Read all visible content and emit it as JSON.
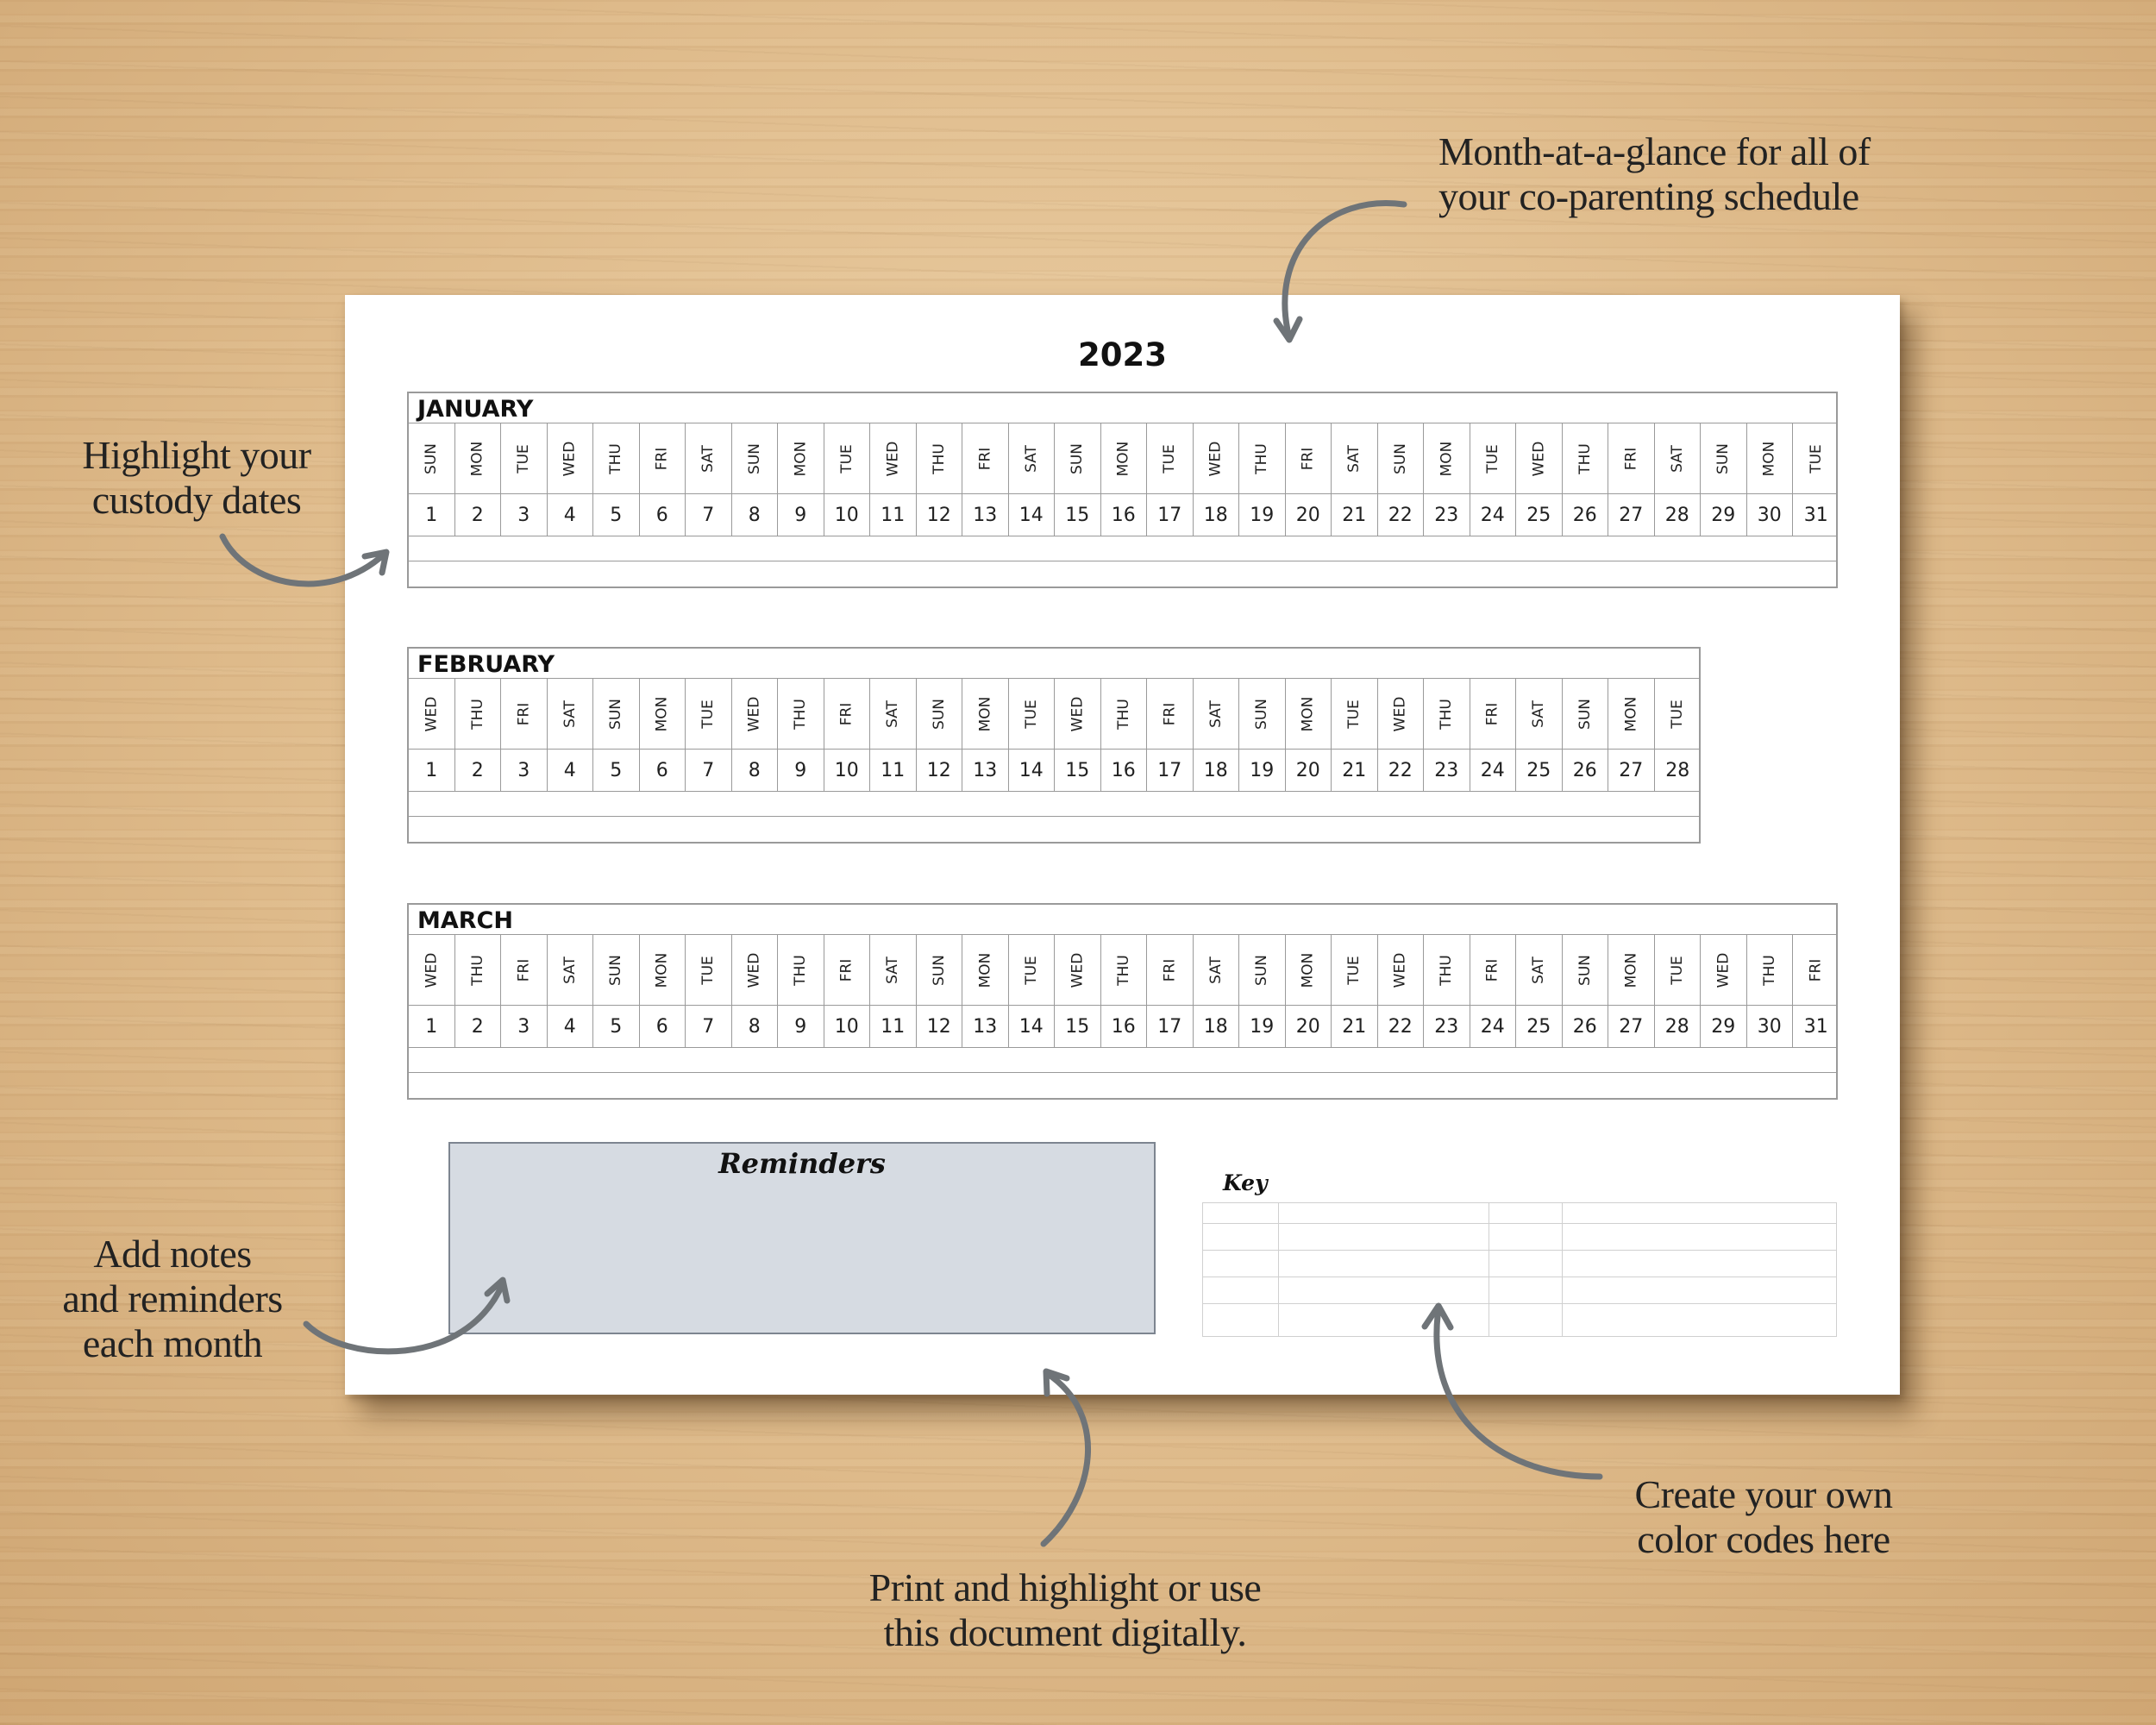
{
  "year": "2023",
  "months": [
    {
      "name": "JANUARY",
      "days": [
        "SUN",
        "MON",
        "TUE",
        "WED",
        "THU",
        "FRI",
        "SAT",
        "SUN",
        "MON",
        "TUE",
        "WED",
        "THU",
        "FRI",
        "SAT",
        "SUN",
        "MON",
        "TUE",
        "WED",
        "THU",
        "FRI",
        "SAT",
        "SUN",
        "MON",
        "TUE",
        "WED",
        "THU",
        "FRI",
        "SAT",
        "SUN",
        "MON",
        "TUE"
      ],
      "dates": [
        "1",
        "2",
        "3",
        "4",
        "5",
        "6",
        "7",
        "8",
        "9",
        "10",
        "11",
        "12",
        "13",
        "14",
        "15",
        "16",
        "17",
        "18",
        "19",
        "20",
        "21",
        "22",
        "23",
        "24",
        "25",
        "26",
        "27",
        "28",
        "29",
        "30",
        "31"
      ]
    },
    {
      "name": "FEBRUARY",
      "days": [
        "WED",
        "THU",
        "FRI",
        "SAT",
        "SUN",
        "MON",
        "TUE",
        "WED",
        "THU",
        "FRI",
        "SAT",
        "SUN",
        "MON",
        "TUE",
        "WED",
        "THU",
        "FRI",
        "SAT",
        "SUN",
        "MON",
        "TUE",
        "WED",
        "THU",
        "FRI",
        "SAT",
        "SUN",
        "MON",
        "TUE"
      ],
      "dates": [
        "1",
        "2",
        "3",
        "4",
        "5",
        "6",
        "7",
        "8",
        "9",
        "10",
        "11",
        "12",
        "13",
        "14",
        "15",
        "16",
        "17",
        "18",
        "19",
        "20",
        "21",
        "22",
        "23",
        "24",
        "25",
        "26",
        "27",
        "28"
      ]
    },
    {
      "name": "MARCH",
      "days": [
        "WED",
        "THU",
        "FRI",
        "SAT",
        "SUN",
        "MON",
        "TUE",
        "WED",
        "THU",
        "FRI",
        "SAT",
        "SUN",
        "MON",
        "TUE",
        "WED",
        "THU",
        "FRI",
        "SAT",
        "SUN",
        "MON",
        "TUE",
        "WED",
        "THU",
        "FRI",
        "SAT",
        "SUN",
        "MON",
        "TUE",
        "WED",
        "THU",
        "FRI"
      ],
      "dates": [
        "1",
        "2",
        "3",
        "4",
        "5",
        "6",
        "7",
        "8",
        "9",
        "10",
        "11",
        "12",
        "13",
        "14",
        "15",
        "16",
        "17",
        "18",
        "19",
        "20",
        "21",
        "22",
        "23",
        "24",
        "25",
        "26",
        "27",
        "28",
        "29",
        "30",
        "31"
      ]
    }
  ],
  "reminders": {
    "title": "Reminders"
  },
  "key": {
    "label": "Key"
  },
  "annotations": {
    "month_glance": [
      "Month-at-a-glance for all of",
      "your co-parenting schedule"
    ],
    "highlight": [
      "Highlight your",
      "custody dates"
    ],
    "notes": [
      "Add notes",
      "and reminders",
      "each month"
    ],
    "print": [
      "Print and highlight or use",
      "this document digitally."
    ],
    "color_codes": [
      "Create your own",
      "color codes here"
    ]
  },
  "colors": {
    "background": "#dcb98c",
    "reminders_fill": "#d6dbe2",
    "grid_line": "#9a9a9a",
    "arrow": "#6f7478"
  }
}
